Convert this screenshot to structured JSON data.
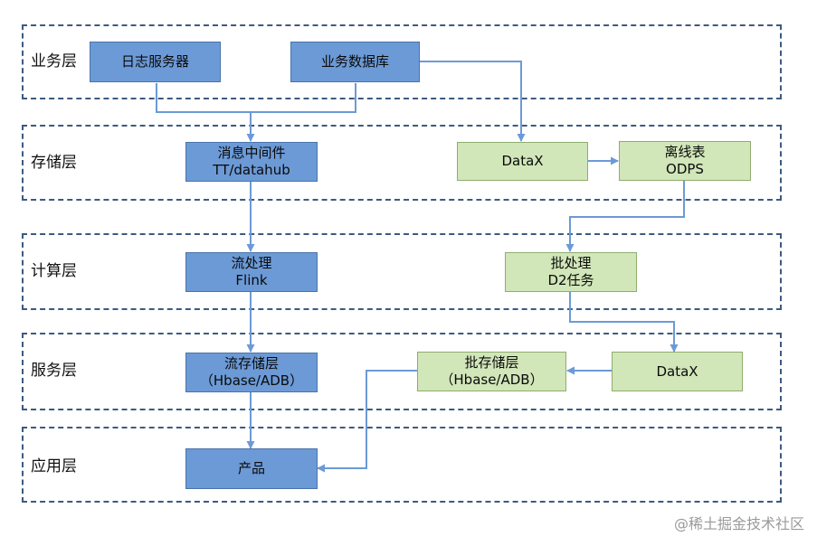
{
  "layers": [
    {
      "label": "业务层"
    },
    {
      "label": "存储层"
    },
    {
      "label": "计算层"
    },
    {
      "label": "服务层"
    },
    {
      "label": "应用层"
    }
  ],
  "nodes": {
    "log_server": {
      "lines": [
        "日志服务器"
      ]
    },
    "business_db": {
      "lines": [
        "业务数据库"
      ]
    },
    "middleware": {
      "lines": [
        "消息中间件",
        "TT/datahub"
      ]
    },
    "datax_storage": {
      "lines": [
        "DataX"
      ]
    },
    "offline_table": {
      "lines": [
        "离线表",
        "ODPS"
      ]
    },
    "stream_processing": {
      "lines": [
        "流处理",
        "Flink"
      ]
    },
    "batch_processing": {
      "lines": [
        "批处理",
        "D2任务"
      ]
    },
    "stream_storage": {
      "lines": [
        "流存储层",
        "（Hbase/ADB）"
      ]
    },
    "batch_storage": {
      "lines": [
        "批存储层",
        "（Hbase/ADB）"
      ]
    },
    "datax_service": {
      "lines": [
        "DataX"
      ]
    },
    "product": {
      "lines": [
        "产品"
      ]
    }
  },
  "watermark": "@稀土掘金技术社区",
  "colors": {
    "blue_fill": "#6c9ad6",
    "green_fill": "#d1e6b9",
    "line": "#6c9ad6",
    "layer_border": "#3d5a80"
  }
}
